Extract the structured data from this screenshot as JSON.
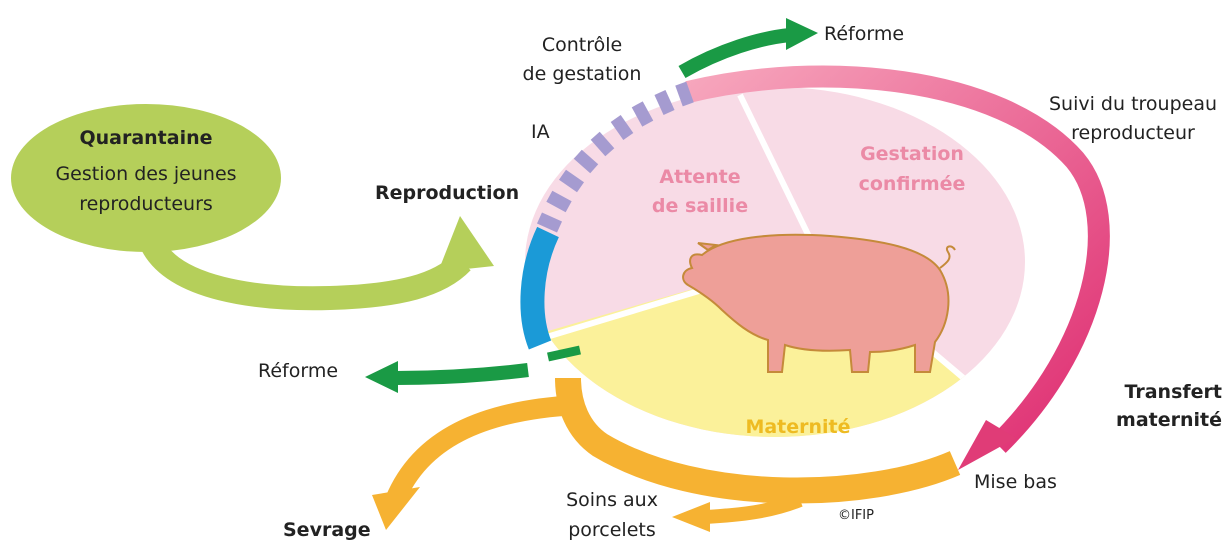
{
  "quarantine": {
    "title": "Quarantaine",
    "subtitle_line1": "Gestion des jeunes",
    "subtitle_line2": "reproducteurs"
  },
  "labels": {
    "reproduction": "Reproduction",
    "controle_line1": "Contrôle",
    "controle_line2": "de gestation",
    "ia": "IA",
    "reforme_top": "Réforme",
    "suivi_line1": "Suivi du troupeau",
    "suivi_line2": "reproducteur",
    "transfert_line1": "Transfert",
    "transfert_line2": "maternité",
    "mise_bas": "Mise bas",
    "soins_line1": "Soins aux",
    "soins_line2": "porcelets",
    "sevrage": "Sevrage",
    "reforme_left": "Réforme",
    "copyright": "©IFIP"
  },
  "sectors": {
    "attente_line1": "Attente",
    "attente_line2": "de saillie",
    "gestation_line1": "Gestation",
    "gestation_line2": "confirmée",
    "maternite": "Maternité"
  },
  "colors": {
    "lime": "#b5cf5a",
    "green": "#1a9a45",
    "pink_arrow": "#e03c77",
    "pink_text": "#eb8aa6",
    "orange": "#f6b232",
    "maternite_text": "#eebb22",
    "blue": "#1b9ad7",
    "purple": "#a59bd0",
    "sector_pink": "#f8dbe6",
    "sector_yellow": "#fbf19a",
    "pig": "#ee9f98"
  }
}
